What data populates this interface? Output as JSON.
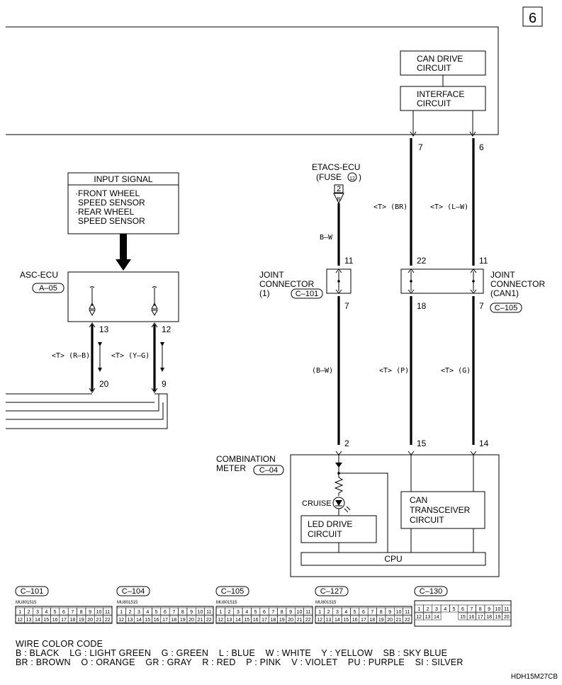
{
  "page_number": "6",
  "blocks": {
    "can_drive": [
      "CAN DRIVE",
      "CIRCUIT"
    ],
    "interface": [
      "INTERFACE",
      "CIRCUIT"
    ],
    "input_signal_title": "INPUT SIGNAL",
    "input_signal_items": [
      "·FRONT WHEEL",
      "SPEED SENSOR",
      "·REAR WHEEL",
      "SPEED SENSOR"
    ],
    "asc_ecu": "ASC-ECU",
    "asc_ecu_code": "A–05",
    "etacs": [
      "ETACS-ECU",
      "(FUSE"
    ],
    "fuse_no": "12",
    "fuse_pin": "2",
    "fuse_letter": "B",
    "joint1": [
      "JOINT",
      "CONNECTOR",
      "(1)"
    ],
    "joint1_code": "C–101",
    "joint2": [
      "JOINT",
      "CONNECTOR",
      "(CAN1)"
    ],
    "joint2_code": "C–105",
    "combination_meter": [
      "COMBINATION",
      "METER"
    ],
    "combination_meter_code": "C–04",
    "cruise": "CRUISE",
    "led_drive": [
      "LED DRIVE",
      "CIRCUIT"
    ],
    "can_transceiver": [
      "CAN",
      "TRANSCEIVER",
      "CIRCUIT"
    ],
    "cpu": "CPU"
  },
  "pins": {
    "upper_7": "7",
    "upper_6": "6",
    "etacs_wire": "B–W",
    "br_wire": "<T> (BR)",
    "lw_wire": "<T> (L–W)",
    "j1_top": "11",
    "j2_top_a": "22",
    "j2_top_b": "11",
    "j1_bot": "7",
    "j2_bot_a": "18",
    "j2_bot_b": "7",
    "asc_13": "13",
    "asc_12": "12",
    "asc_20": "20",
    "asc_9": "9",
    "rb_wire": "<T> (R–B)",
    "yg_wire": "<T> (Y–G)",
    "bw_wire": "(B–W)",
    "p_wire": "<T> (P)",
    "g_wire": "<T> (G)",
    "meter_2": "2",
    "meter_15": "15",
    "meter_14": "14"
  },
  "connectors": [
    {
      "code": "C–101",
      "part": "MU801515",
      "top": [
        "1",
        "2",
        "3",
        "4",
        "5",
        "6",
        "7",
        "8",
        "9",
        "10",
        "11"
      ],
      "bottom": [
        "12",
        "13",
        "14",
        "15",
        "16",
        "17",
        "18",
        "19",
        "20",
        "21",
        "22"
      ]
    },
    {
      "code": "C–104",
      "part": "MU801515",
      "top": [
        "1",
        "2",
        "3",
        "4",
        "5",
        "6",
        "7",
        "8",
        "9",
        "10",
        "11"
      ],
      "bottom": [
        "12",
        "13",
        "14",
        "15",
        "16",
        "17",
        "18",
        "19",
        "20",
        "21",
        "22"
      ]
    },
    {
      "code": "C–105",
      "part": "MU801515",
      "top": [
        "1",
        "2",
        "3",
        "4",
        "5",
        "6",
        "7",
        "8",
        "9",
        "10",
        "11"
      ],
      "bottom": [
        "12",
        "13",
        "14",
        "15",
        "16",
        "17",
        "18",
        "19",
        "20",
        "21",
        "22"
      ]
    },
    {
      "code": "C–127",
      "part": "MU801515",
      "top": [
        "1",
        "2",
        "3",
        "4",
        "5",
        "6",
        "7",
        "8",
        "9",
        "10",
        "11"
      ],
      "bottom": [
        "12",
        "13",
        "14",
        "15",
        "16",
        "17",
        "18",
        "19",
        "20",
        "21",
        "22"
      ]
    },
    {
      "code": "C–130",
      "part": "",
      "top": [
        "1",
        "2",
        "3",
        "4",
        "5",
        "6",
        "7",
        "8",
        "9",
        "10",
        "11"
      ],
      "bottom": [
        "12",
        "13",
        "14",
        "15",
        "16",
        "17",
        "18",
        "19",
        "20"
      ]
    }
  ],
  "legend": {
    "title": "WIRE COLOR CODE",
    "line1": "B : BLACK    LG : LIGHT GREEN    G : GREEN    L : BLUE    W : WHITE    Y : YELLOW    SB : SKY BLUE",
    "line2": "BR : BROWN    O : ORANGE    GR : GRAY    R : RED    P : PINK    V : VIOLET    PU : PURPLE    SI : SILVER"
  },
  "doc_code": "HDH15M27CB"
}
